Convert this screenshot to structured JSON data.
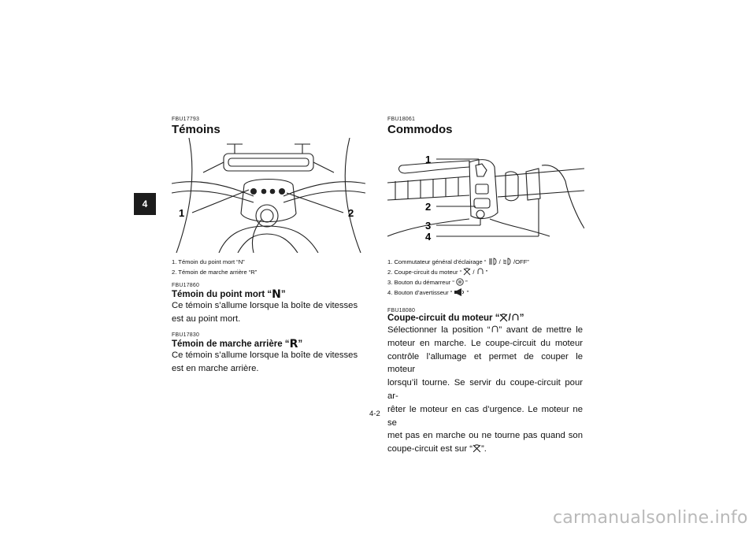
{
  "chapter_tab": "4",
  "left": {
    "section_code": "FBU17793",
    "title": "Témoins",
    "figure_callouts": [
      "1",
      "2"
    ],
    "captions": [
      "1. Témoin du point mort “N”",
      "2. Témoin de marche arrière “R”"
    ],
    "neutral": {
      "code": "FBU17860",
      "title_prefix": "Témoin du point mort “",
      "title_glyph": "N",
      "title_suffix": "”",
      "body": "Ce témoin s’allume lorsque la boîte de vitesses est au point mort."
    },
    "reverse": {
      "code": "FBU17830",
      "title_prefix": "Témoin de marche arrière “",
      "title_glyph": "R",
      "title_suffix": "”",
      "body": "Ce témoin s’allume lorsque la boîte de vitesses est en marche arrière."
    }
  },
  "right": {
    "section_code": "FBU18061",
    "title": "Commodos",
    "figure_callouts": [
      "1",
      "2",
      "3",
      "4"
    ],
    "captions": {
      "c1_prefix": "1. Commutateur général d’éclairage “",
      "c1_sep": "/",
      "c1_suffix": "/OFF”",
      "c2_prefix": "2. Coupe-circuit du moteur “",
      "c2_sep": "/",
      "c2_suffix": "”",
      "c3_prefix": "3. Bouton du démarreur “",
      "c3_suffix": "”",
      "c4_prefix": "4. Bouton d’avertisseur “",
      "c4_suffix": "”"
    },
    "engine_stop": {
      "code": "FBU18080",
      "title_prefix": "Coupe-circuit du moteur “",
      "title_sep": "/",
      "title_suffix": "”",
      "body_l1a": "Sélectionner la position “",
      "body_l1b": "” avant de mettre le",
      "body_l2": "moteur en marche. Le coupe-circuit du moteur",
      "body_l3": "contrôle l’allumage et permet de couper le moteur",
      "body_l4": "lorsqu’il tourne. Se servir du coupe-circuit pour ar-",
      "body_l5": "rêter le moteur en cas d’urgence. Le moteur ne se",
      "body_l6": "met pas en marche ou ne tourne pas quand son",
      "body_l7a": "coupe-circuit est sur “",
      "body_l7b": "”."
    }
  },
  "page_number": "4-2",
  "watermark": "carmanualsonline.info",
  "icons": {
    "headlight": "headlight-icon",
    "headlight_low": "headlight-low-icon",
    "engine_off": "engine-off-icon",
    "engine_run": "engine-run-icon",
    "starter": "starter-icon",
    "horn": "horn-icon"
  }
}
